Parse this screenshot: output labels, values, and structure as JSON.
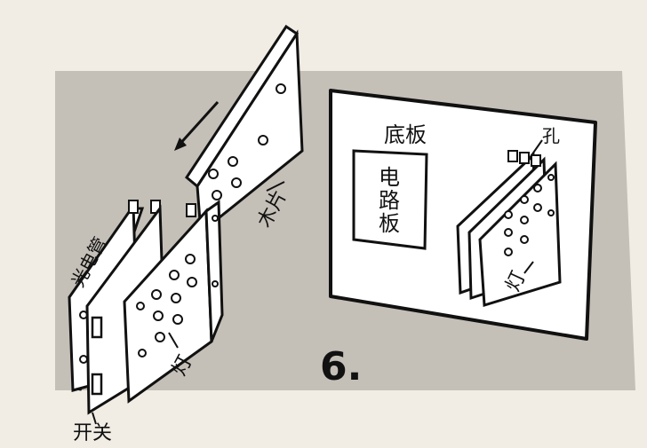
{
  "labels": {
    "base_board": "底板",
    "hole": "孔",
    "circuit_board": "电路板",
    "lamp_right": "灯",
    "lamp_left": "灯",
    "wood_piece": "木片",
    "photocell": "光电管",
    "switch": "开关",
    "figure_number": "6."
  },
  "colors": {
    "background": "#f1ece4",
    "gray_panel": "#c4bfb7",
    "ink": "#111111",
    "paper": "#ffffff"
  }
}
